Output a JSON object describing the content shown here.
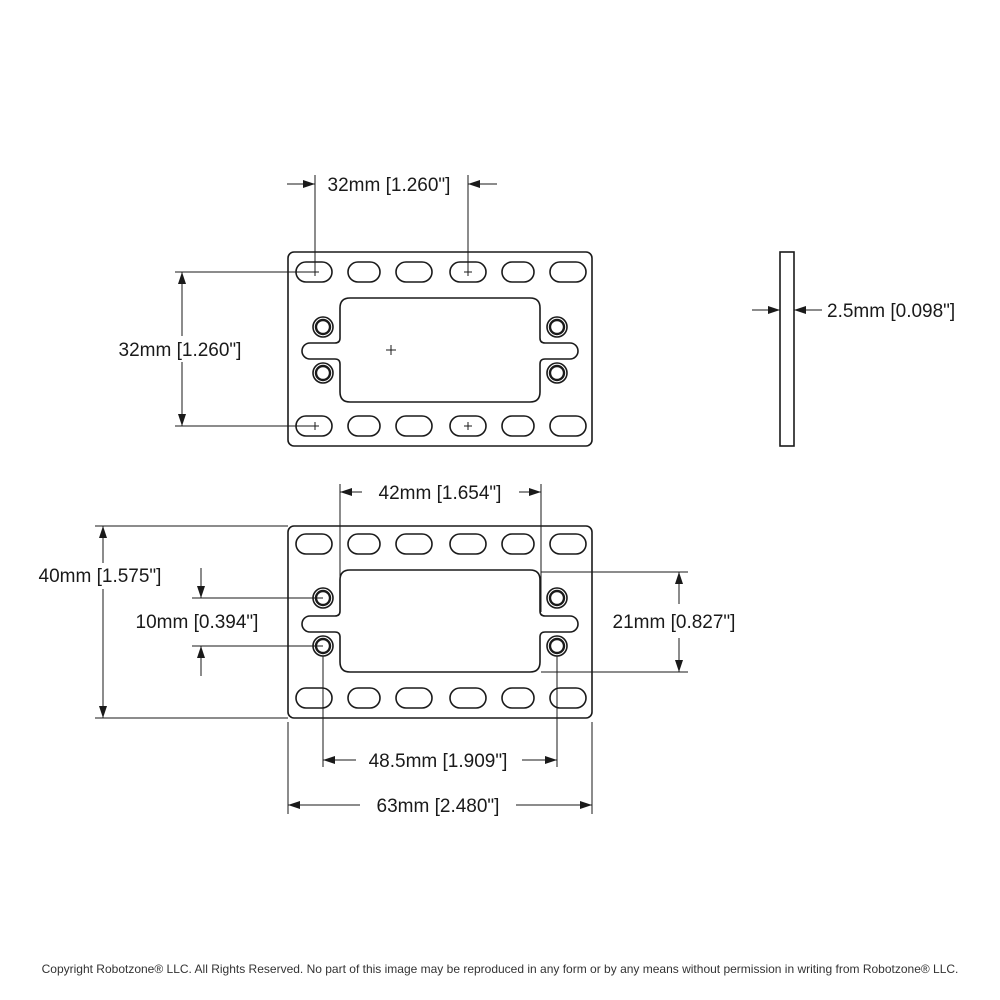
{
  "dimensions": {
    "top_hole_spacing_h": "32mm [1.260\"]",
    "top_hole_spacing_v": "32mm [1.260\"]",
    "thickness": "2.5mm [0.098\"]",
    "slot_span": "42mm [1.654\"]",
    "height": "40mm [1.575\"]",
    "bolt_spacing_v": "10mm [0.394\"]",
    "cutout_height": "21mm [0.827\"]",
    "bolt_spacing_h": "48.5mm [1.909\"]",
    "width": "63mm [2.480\"]"
  },
  "footer": {
    "copyright": "Copyright Robotzone® LLC.  All Rights Reserved. No part of this image may be reproduced in any form or by any means without permission in writing from Robotzone® LLC."
  }
}
